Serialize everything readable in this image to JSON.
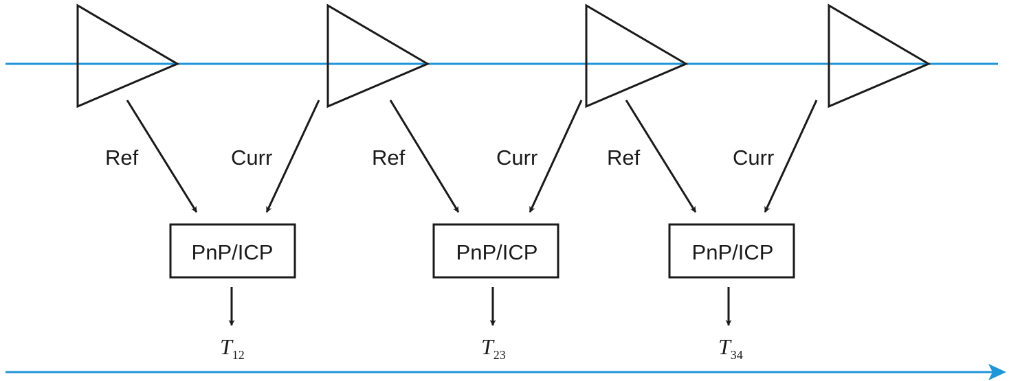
{
  "colors": {
    "timeline": "#1e96d7",
    "stroke": "#1a1a1a"
  },
  "labels": {
    "ref": "Ref",
    "curr": "Curr"
  },
  "stages": [
    {
      "box_label": "PnP/ICP",
      "result_main": "T",
      "result_sub": "12"
    },
    {
      "box_label": "PnP/ICP",
      "result_main": "T",
      "result_sub": "23"
    },
    {
      "box_label": "PnP/ICP",
      "result_main": "T",
      "result_sub": "34"
    }
  ],
  "frame_count": 4
}
